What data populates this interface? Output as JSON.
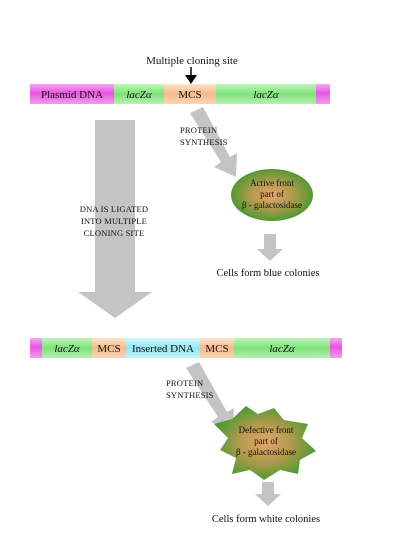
{
  "diagram": {
    "top_label": "Multiple cloning site",
    "plasmid_top": {
      "plasmid_label": "Plasmid DNA",
      "lacz_left": "lacZα",
      "mcs": "MCS",
      "lacz_right": "lacZα"
    },
    "plasmid_bottom": {
      "lacz_left": "lacZα",
      "mcs_left": "MCS",
      "insert": "Inserted DNA",
      "mcs_right": "MCS",
      "lacz_right": "lacZα"
    },
    "ligation_label": [
      "DNA IS LIGATED",
      "INTO MULTIPLE",
      "CLONING SITE"
    ],
    "protein_synthesis_1": [
      "PROTEIN",
      "SYNTHESIS"
    ],
    "protein_synthesis_2": [
      "PROTEIN",
      "SYNTHESIS"
    ],
    "active_protein": [
      "Active front",
      "part of",
      "β - galactosidase"
    ],
    "defective_protein": [
      "Defective front",
      "part of",
      "β - galactosidase"
    ],
    "blue_colonies": "Cells form blue colonies",
    "white_colonies": "Cells form white colonies",
    "colors": {
      "plasmid_magenta": "#e855e0",
      "lacz_green": "#7ee27a",
      "mcs_orange": "#f6b98a",
      "insert_cyan": "#8fe6f2",
      "arrow_gray": "#c4c4c4",
      "blob_green": "#3f9a2c",
      "blob_center": "#d7a066"
    }
  }
}
